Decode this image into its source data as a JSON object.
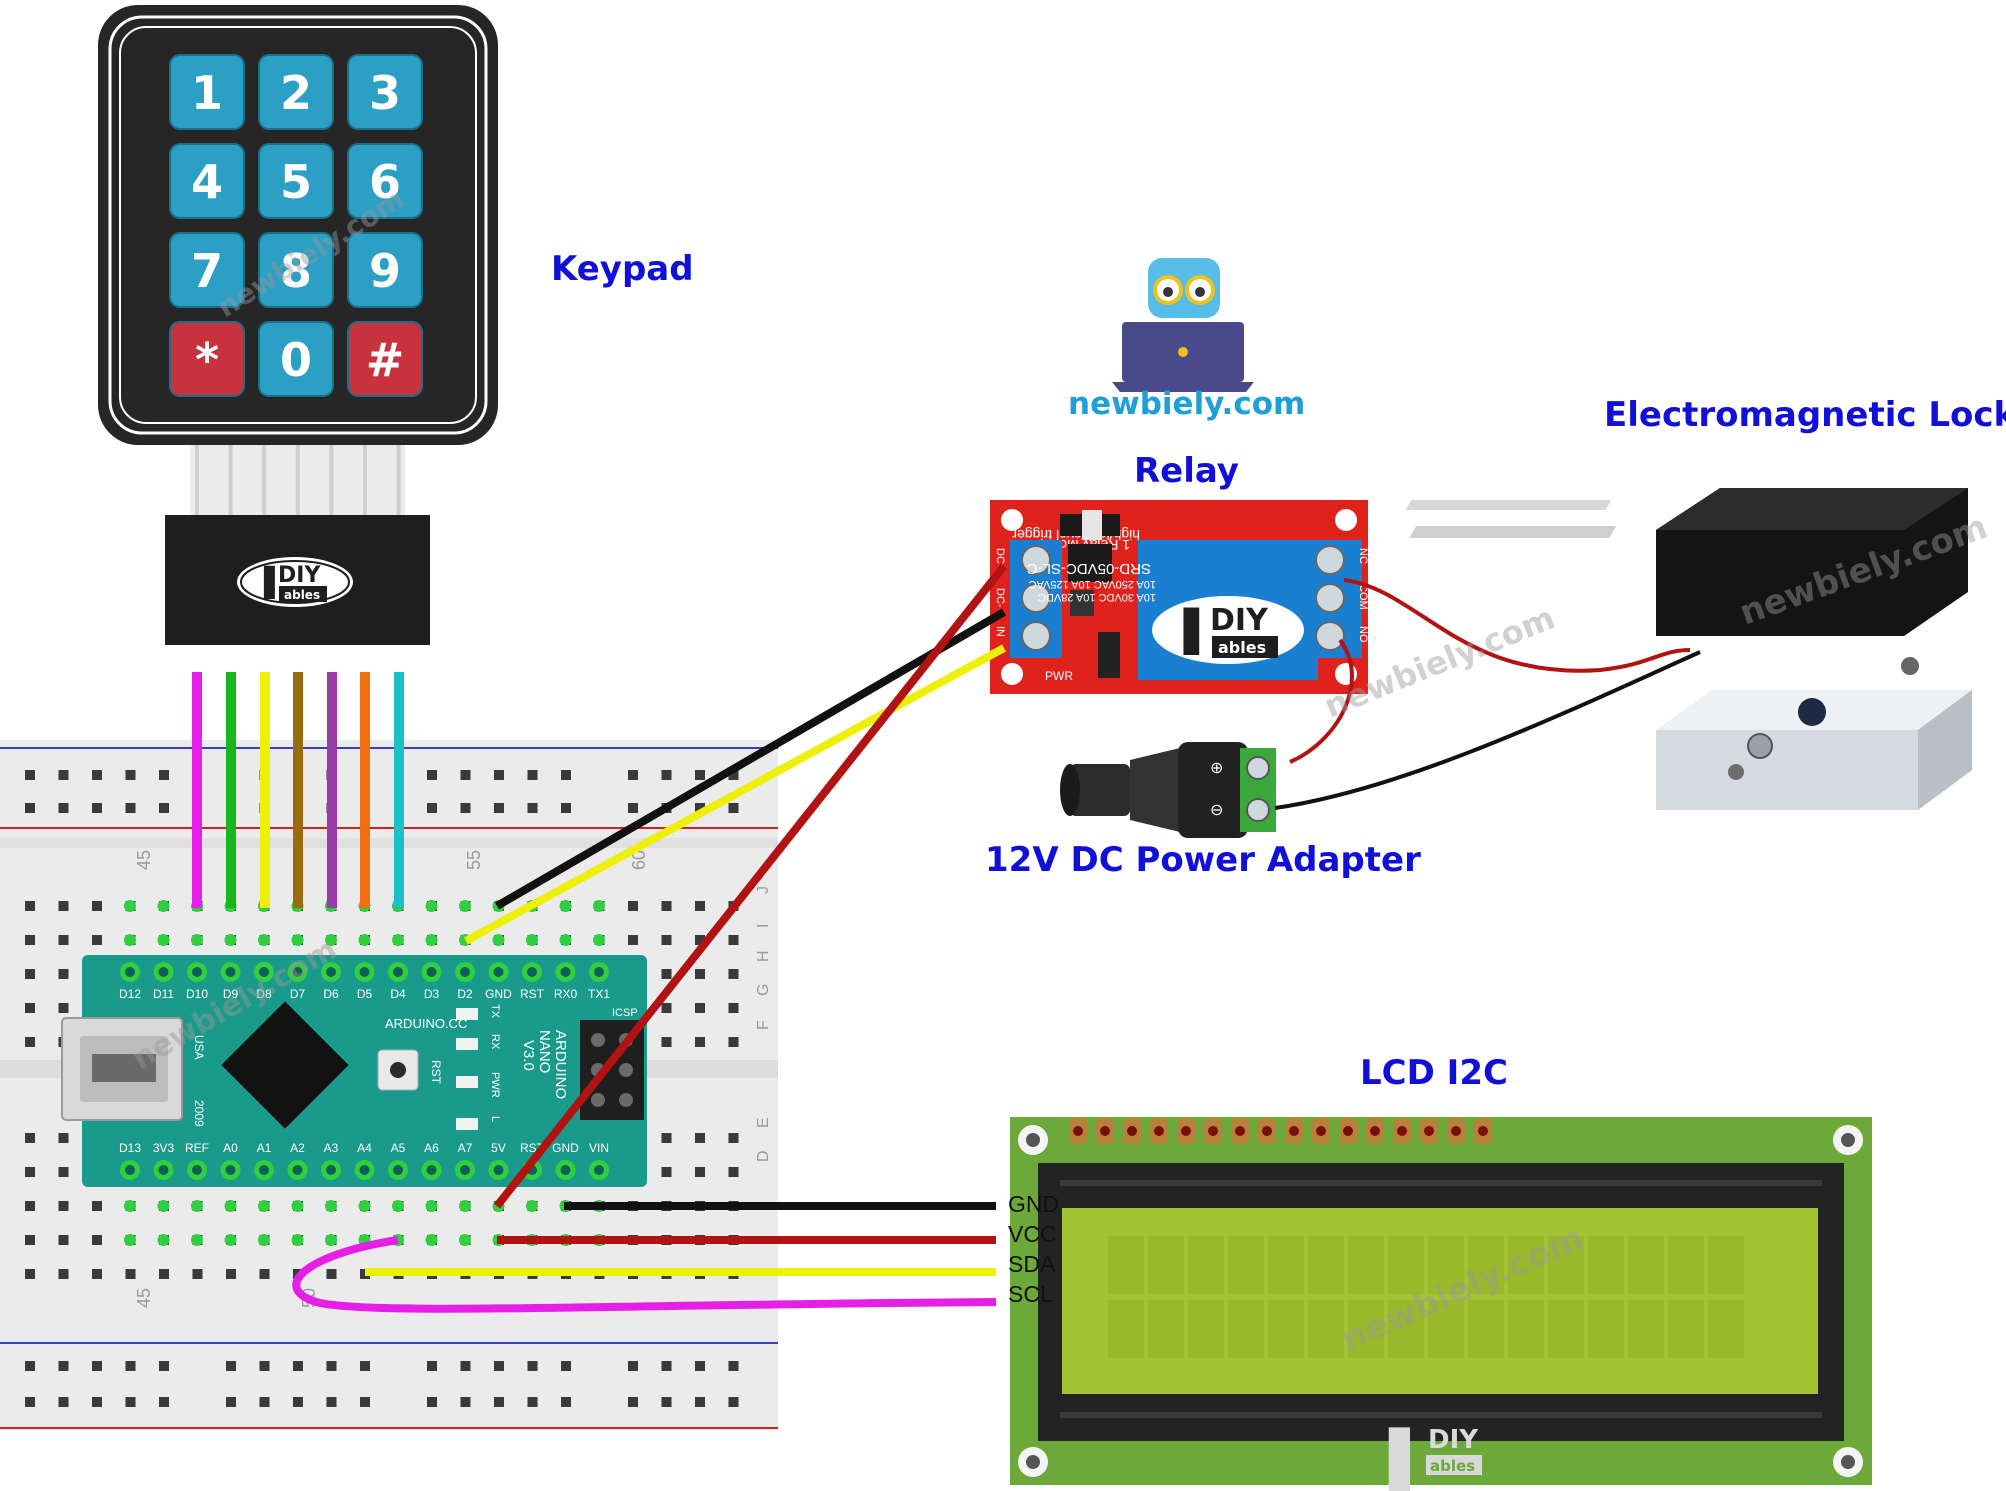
{
  "labels": {
    "keypad": "Keypad",
    "relay": "Relay",
    "lock": "Electromagnetic Lock",
    "power": "12V DC Power Adapter",
    "lcd": "LCD I2C",
    "brand": "newbiely.com",
    "watermark": "newbiely.com"
  },
  "keypad": {
    "keys": [
      "1",
      "2",
      "3",
      "4",
      "5",
      "6",
      "7",
      "8",
      "9",
      "*",
      "0",
      "#"
    ],
    "logo_main": "DIY",
    "logo_sub": "ables"
  },
  "arduino": {
    "top_pins": [
      "D12",
      "D11",
      "D10",
      "D9",
      "D8",
      "D7",
      "D6",
      "D5",
      "D4",
      "D3",
      "D2",
      "GND",
      "RST",
      "RX0",
      "TX1"
    ],
    "bottom_pins": [
      "D13",
      "3V3",
      "REF",
      "A0",
      "A1",
      "A2",
      "A3",
      "A4",
      "A5",
      "A6",
      "A7",
      "5V",
      "RST",
      "GND",
      "VIN"
    ],
    "site": "ARDUINO.CC",
    "model": "ARDUINO",
    "model2": "NANO",
    "version": "V3.0",
    "year": "2009",
    "usa": "USA",
    "rst": "RST",
    "icsp": "ICSP",
    "leds": [
      "TX",
      "RX",
      "PWR",
      "L"
    ]
  },
  "relay": {
    "title1": "high/low level trigger",
    "title2": "1 Relay Module",
    "pins_left": [
      "DC+",
      "DC-",
      "IN"
    ],
    "pins_right": [
      "NC",
      "COM",
      "NO"
    ],
    "relay_model": "SRD-05VDC-SL-C",
    "spec1": "10A 250VAC  10A 125VAC",
    "spec2": "10A 30VDC  10A 28VDC",
    "pwr": "PWR",
    "logo_main": "DIY",
    "logo_sub": "ables"
  },
  "lcd": {
    "pins": [
      "GND",
      "VCC",
      "SDA",
      "SCL"
    ],
    "logo_main": "DIY",
    "logo_sub": "ables"
  },
  "breadboard": {
    "top_numbers": [
      "45",
      "55",
      "60"
    ],
    "bottom_numbers": [
      "45",
      "50"
    ],
    "row_letters_top": [
      "J",
      "I",
      "H",
      "G",
      "F"
    ],
    "row_letters_bottom": [
      "E",
      "D"
    ]
  },
  "colors": {
    "label": "#1010d8",
    "key_blue": "#2b9fc4",
    "key_red": "#c8323c",
    "nano_green": "#1a9a8a",
    "relay_red": "#e0221c",
    "lcd_green": "#6ca83a",
    "lcd_screen": "#a2c432"
  }
}
